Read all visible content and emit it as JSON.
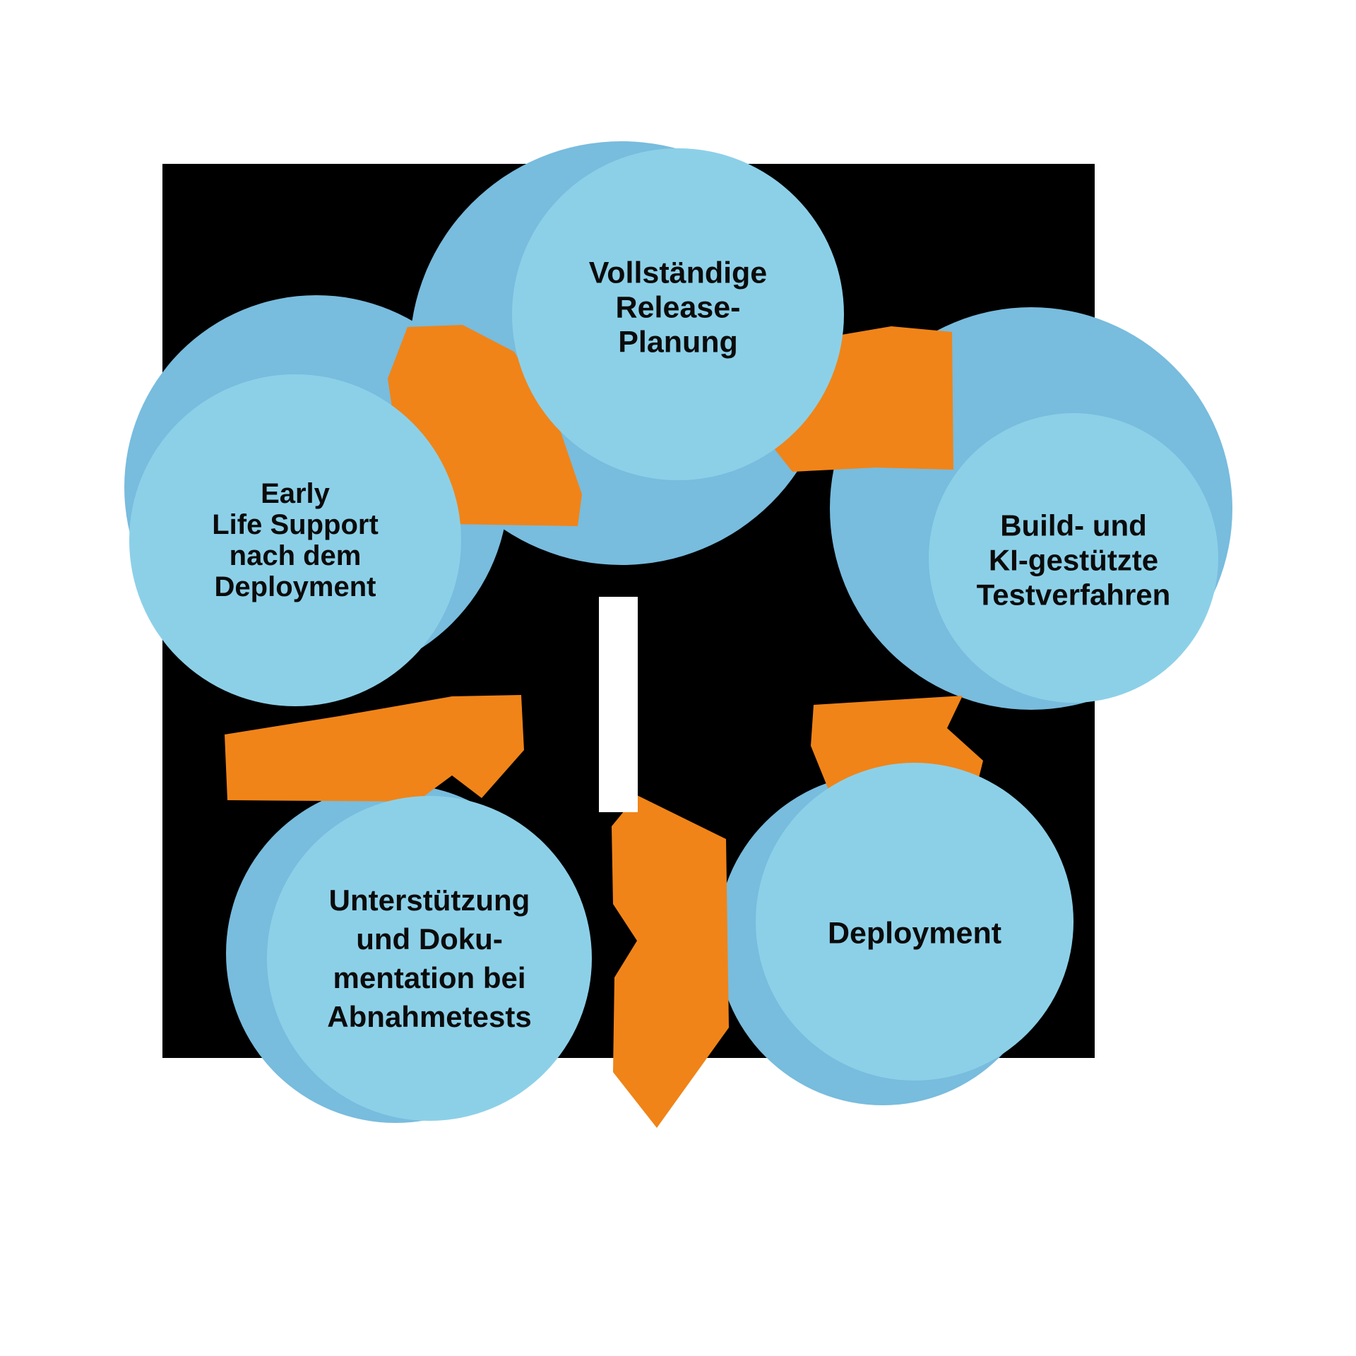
{
  "colors": {
    "page-bg": "#ffffff",
    "panel-bg": "#000000",
    "node-front": "#8cd0e8",
    "node-back": "#78bcde",
    "arrow-orange": "#f08418",
    "text-color": "#0b0b0b",
    "center-bar": "#ffffff"
  },
  "nodes": [
    {
      "id": "release-planung",
      "position": "top",
      "lines": [
        "Vollständige",
        "Release-",
        "Planung"
      ]
    },
    {
      "id": "testverfahren",
      "position": "right",
      "lines": [
        "Build- und",
        "KI-gestützte",
        "Testverfahren"
      ]
    },
    {
      "id": "deployment",
      "position": "bottom-right",
      "lines": [
        "Deployment"
      ]
    },
    {
      "id": "abnahmetests",
      "position": "bottom-left",
      "lines": [
        "Unterstützung",
        "und Doku-",
        "mentation bei",
        "Abnahmetests"
      ]
    },
    {
      "id": "early-life-support",
      "position": "left",
      "lines": [
        "Early",
        "Life Support",
        "nach dem",
        "Deployment"
      ]
    }
  ]
}
